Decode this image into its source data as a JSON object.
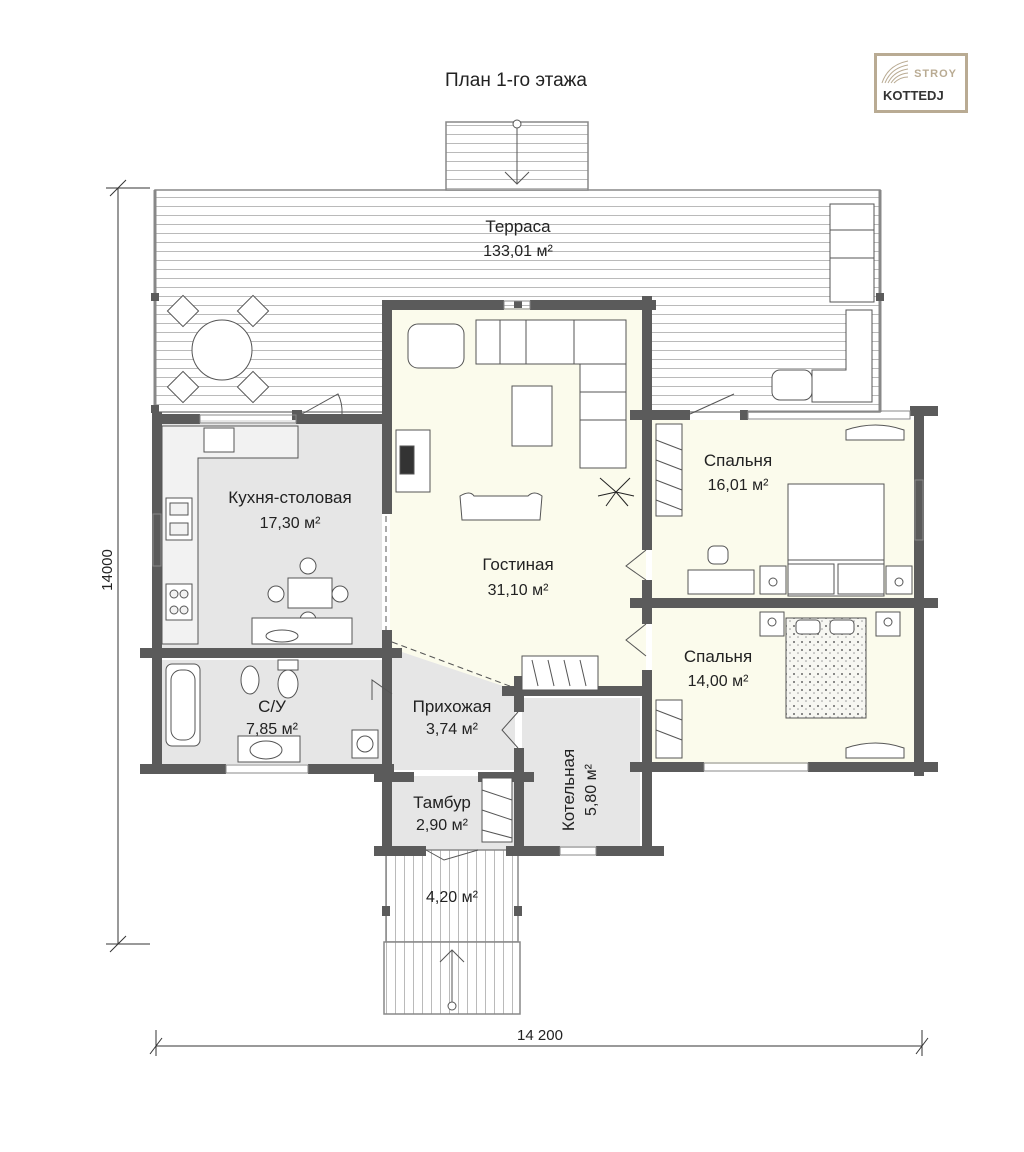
{
  "title": "План 1-го этажа",
  "logo": {
    "line1": "STROY",
    "line2": "KOTTEDJ"
  },
  "colors": {
    "wall": "#5b5b5b",
    "living": "#fbfbec",
    "bedroom": "#fbfbec",
    "wet": "#e6e6e6",
    "terrace": "#ffffff",
    "accent": "#b9ab93"
  },
  "rooms": {
    "terrace": {
      "name": "Терраса",
      "area": "133,01 м²"
    },
    "kitchen": {
      "name": "Кухня-столовая",
      "area": "17,30 м²"
    },
    "living": {
      "name": "Гостиная",
      "area": "31,10 м²"
    },
    "bedroom1": {
      "name": "Спальня",
      "area": "16,01 м²"
    },
    "bedroom2": {
      "name": "Спальня",
      "area": "14,00 м²"
    },
    "bath": {
      "name": "С/У",
      "area": "7,85 м²"
    },
    "hall": {
      "name": "Прихожая",
      "area": "3,74 м²"
    },
    "vestibule": {
      "name": "Тамбур",
      "area": "2,90 м²"
    },
    "boiler": {
      "name": "Котельная",
      "area": "5,80 м²"
    },
    "porch": {
      "area": "4,20 м²"
    }
  },
  "dimensions": {
    "width": "14 200",
    "height": "14000"
  }
}
